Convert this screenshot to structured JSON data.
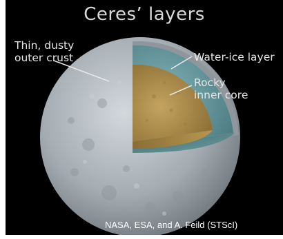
{
  "title": "Ceres’ layers",
  "labels": {
    "crust_line1": "Thin, dusty",
    "crust_line2": "outer crust",
    "ice": "Water-ice layer",
    "core_line1": "Rocky",
    "core_line2": "inner core"
  },
  "credit": "NASA, ESA, and A. Feild (STScI)",
  "colors": {
    "background": "#000000",
    "surface": "#a6aeb4",
    "ice_layer": "#5f9297",
    "core": "#a8894a",
    "text": "#e6e6e6"
  }
}
